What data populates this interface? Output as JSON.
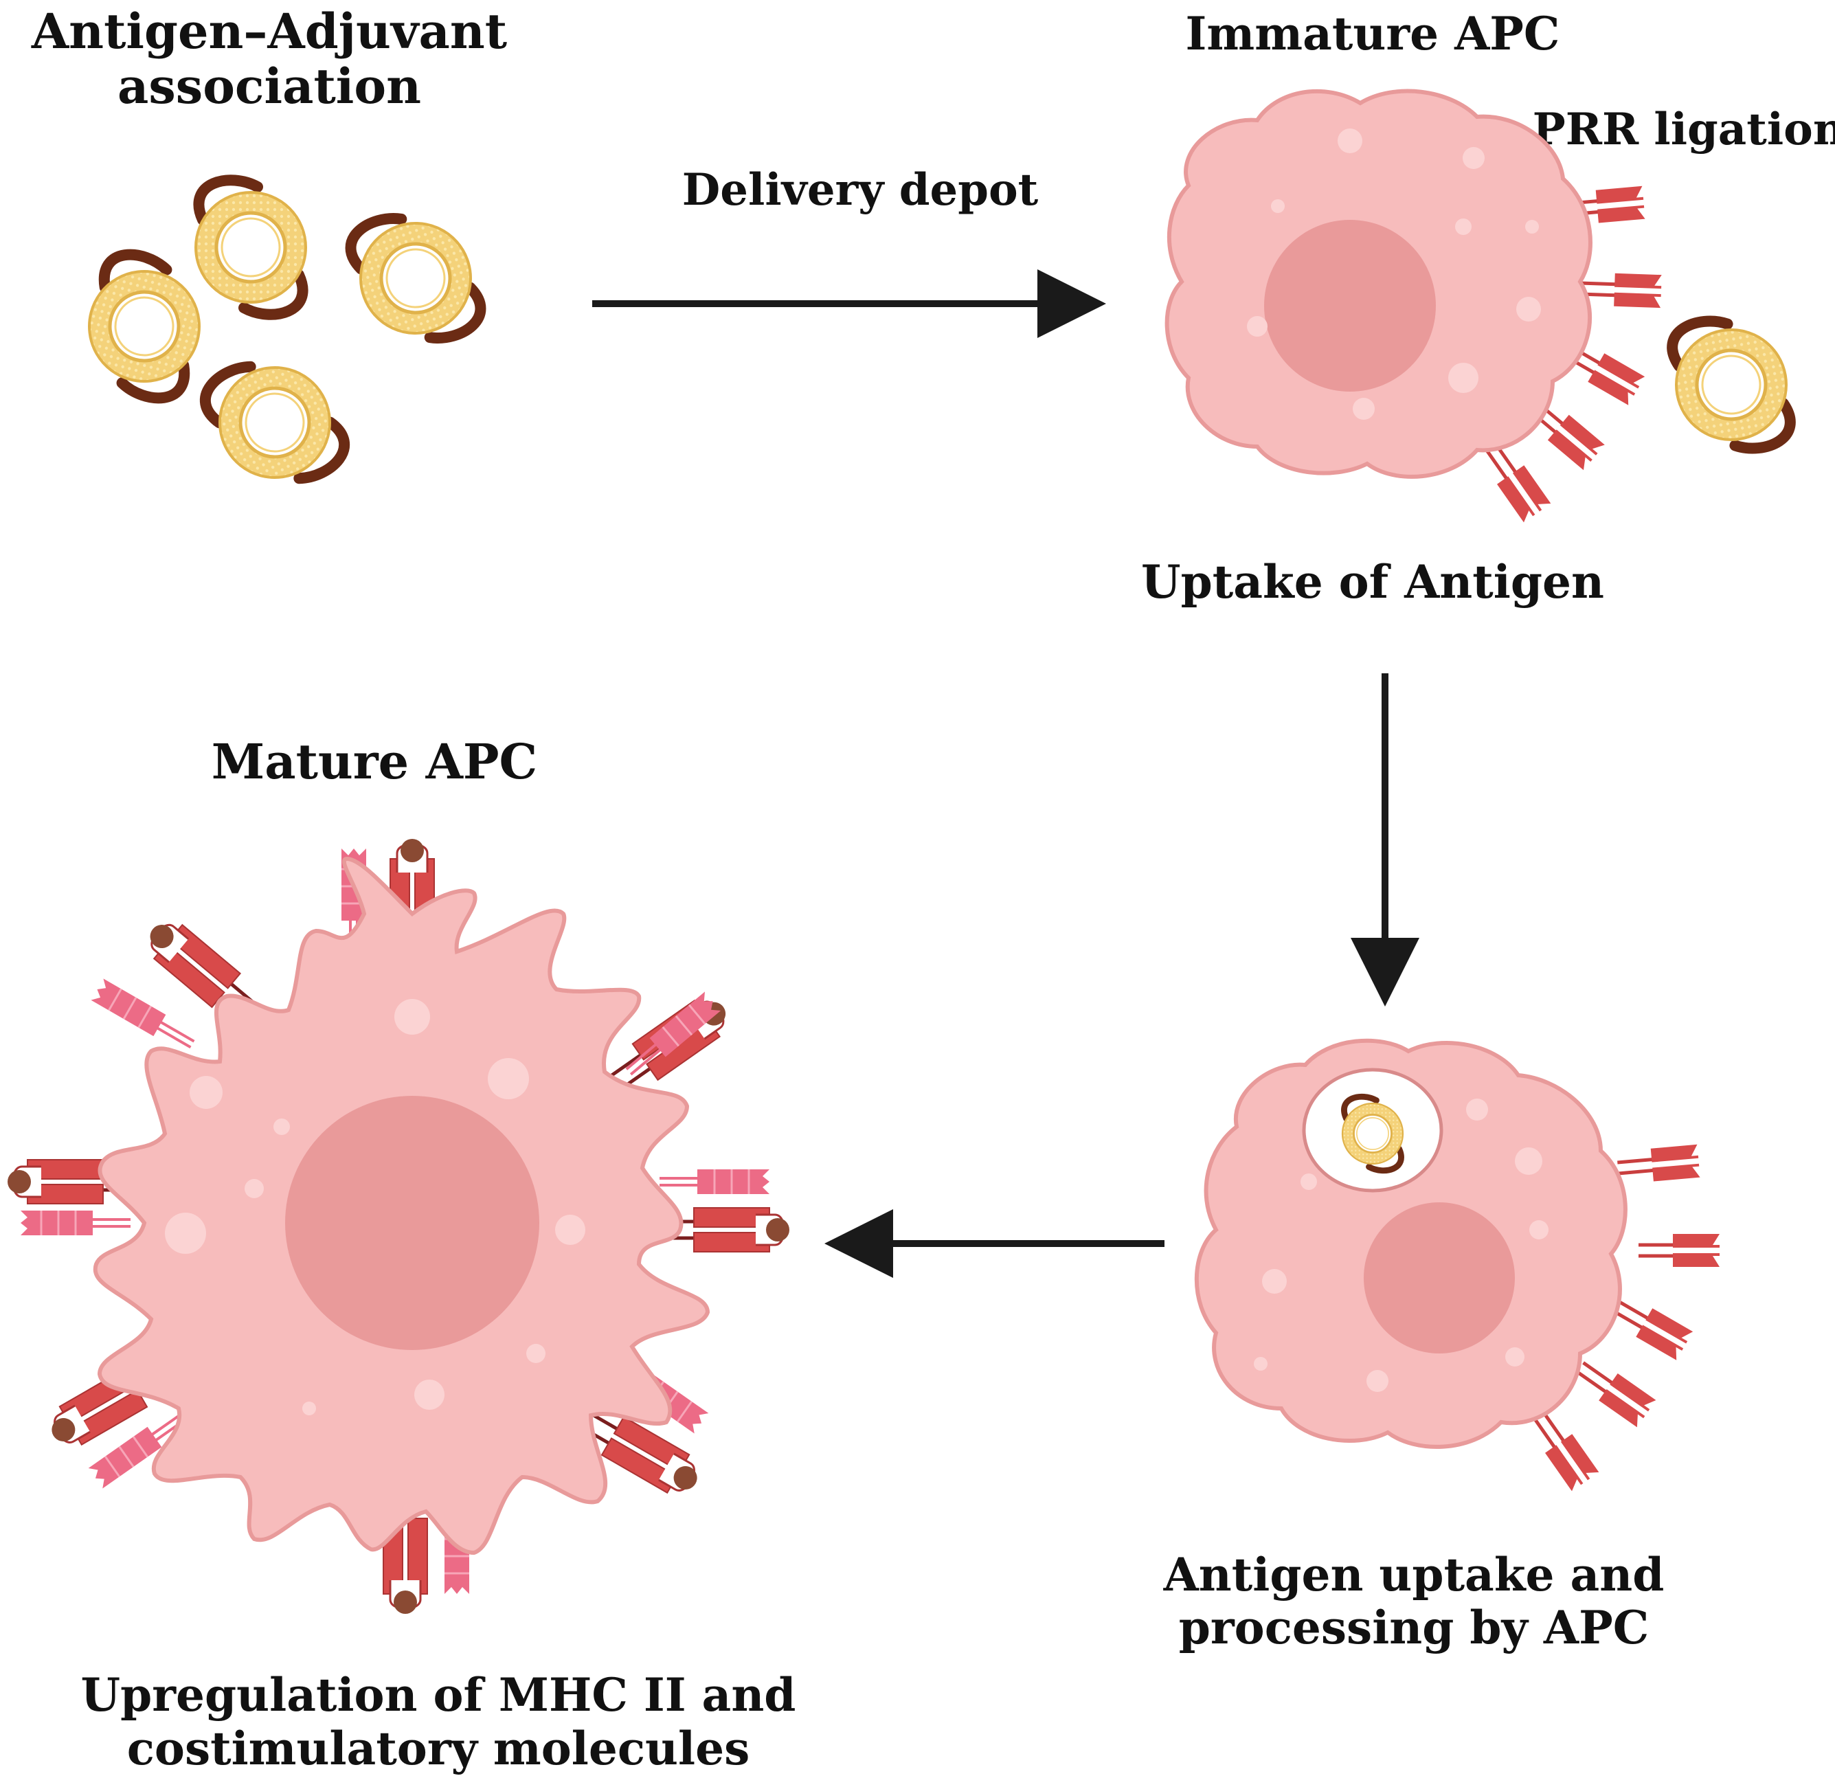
{
  "labels": {
    "antigen_adjuvant_line1": "Antigen–Adjuvant",
    "antigen_adjuvant_line2": "association",
    "delivery_depot": "Delivery depot",
    "immature_apc": "Immature APC",
    "prr_ligation": "PRR ligation",
    "uptake_of_antigen": "Uptake of Antigen",
    "mature_apc": "Mature APC",
    "uptake_processing_line1": "Antigen uptake and",
    "uptake_processing_line2": "processing by APC",
    "upregulation_line1": "Upregulation of MHC II and",
    "upregulation_line2": "costimulatory molecules"
  },
  "colors": {
    "cell_fill": "#f7bcbc",
    "cell_stroke": "#e89a9a",
    "nucleus": "#e99a9a",
    "receptor_red": "#d84a4a",
    "receptor_pink": "#ec6b86",
    "antigen_brown": "#6b2b14",
    "liposome_yellow": "#f2d47a",
    "arrow": "#1a1a1a"
  }
}
